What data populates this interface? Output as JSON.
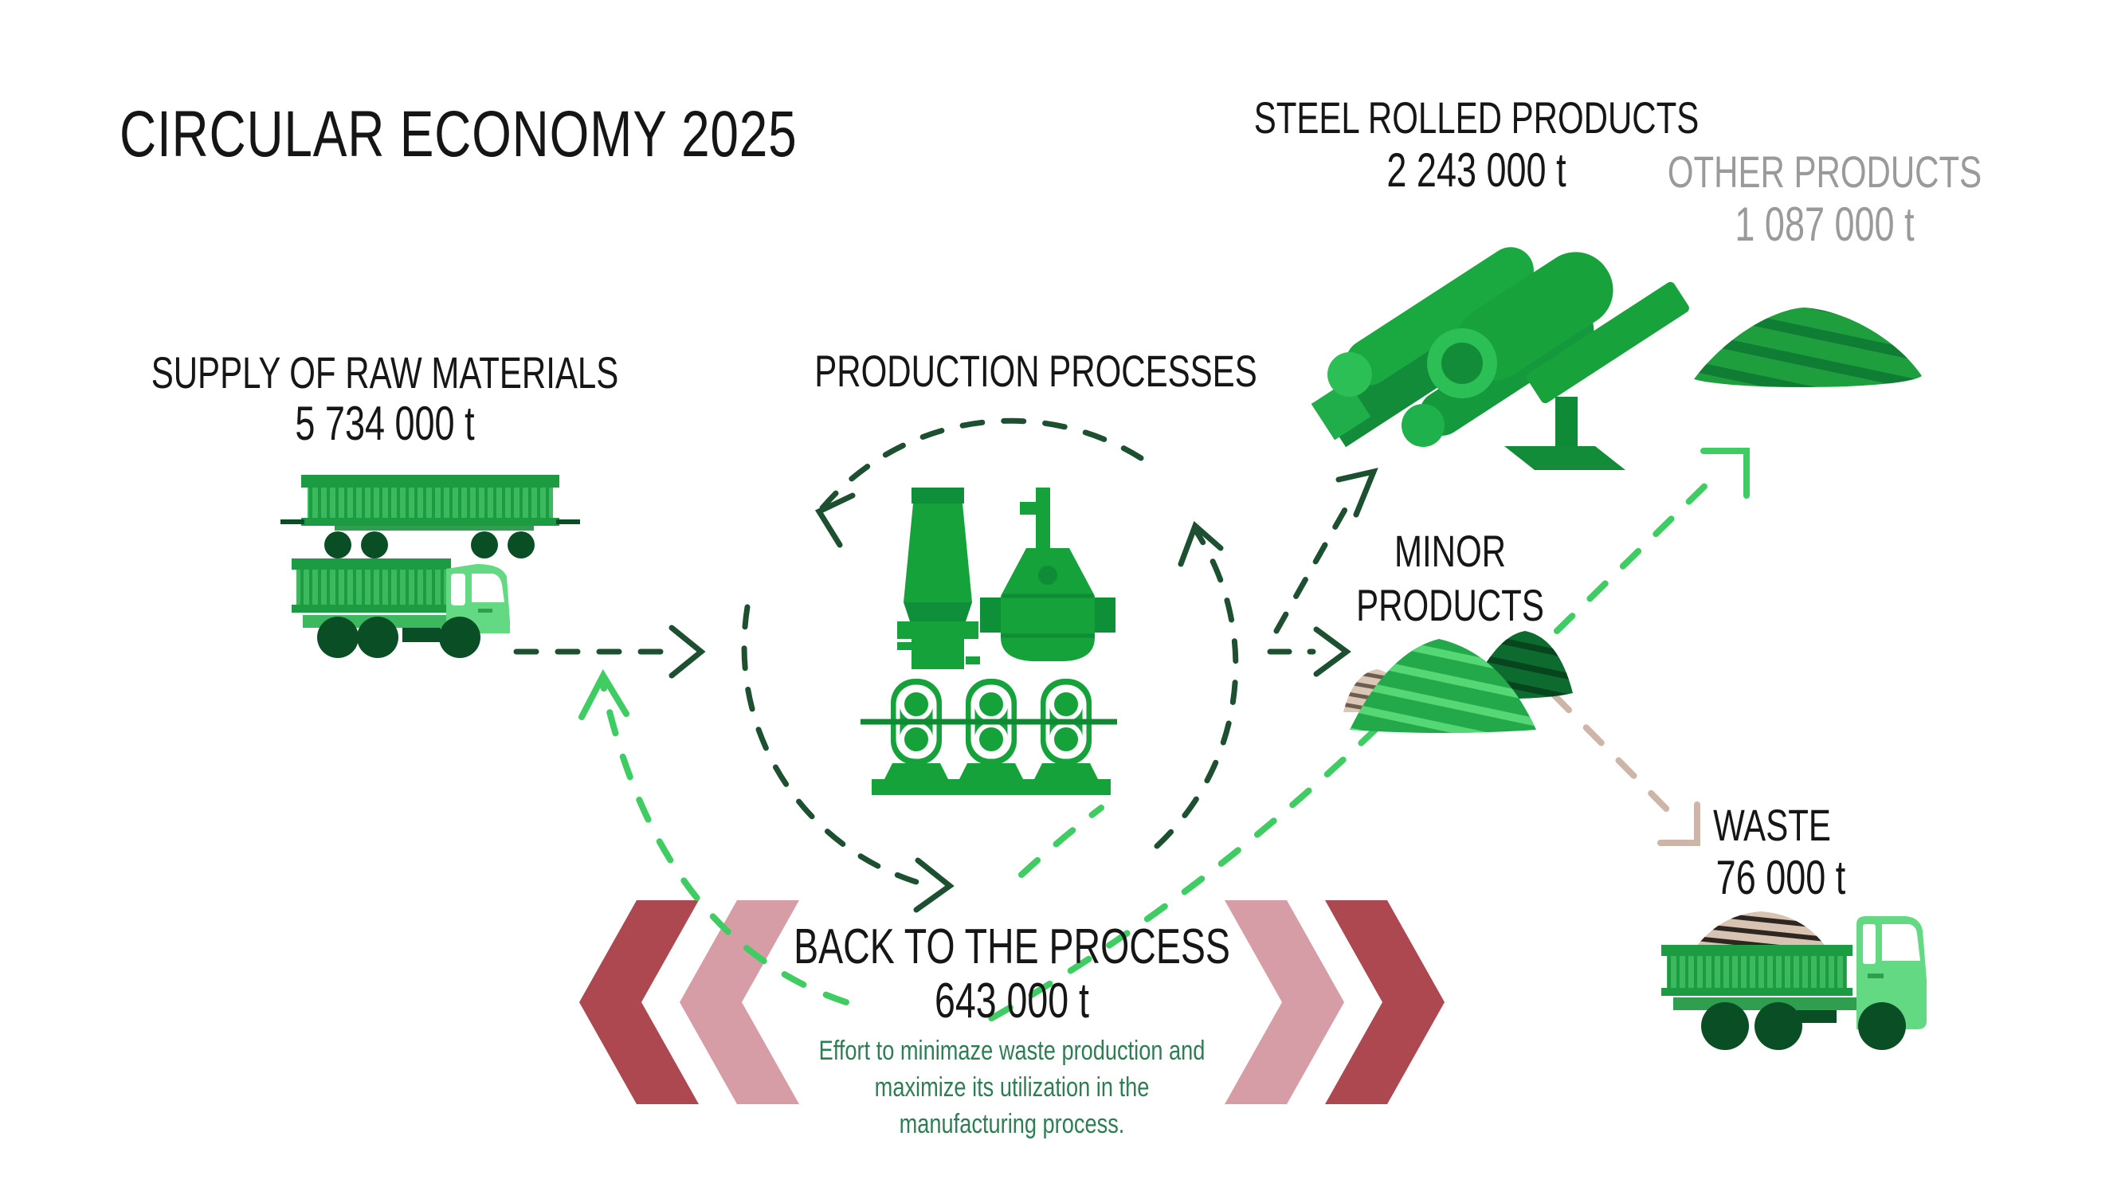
{
  "title": "CIRCULAR ECONOMY 2025",
  "diagram": {
    "supply": {
      "label": "SUPPLY OF RAW MATERIALS",
      "value": "5 734 000 t"
    },
    "production": {
      "label": "PRODUCTION PROCESSES"
    },
    "steel_rolled": {
      "label": "STEEL ROLLED PRODUCTS",
      "value": "2 243 000 t"
    },
    "other_products": {
      "label": "OTHER PRODUCTS",
      "value": "1 087 000 t"
    },
    "minor_products": {
      "label_line1": "MINOR",
      "label_line2": "PRODUCTS"
    },
    "waste": {
      "label": "WASTE",
      "value": "76 000 t"
    },
    "back_to_process": {
      "label": "BACK TO THE PROCESS",
      "value": "643 000 t",
      "note_lines": [
        "Effort to minimaze waste production and",
        "maximize its utilization in the",
        "manufacturing process."
      ]
    }
  },
  "icons": [
    "supply-trailer-icon",
    "supply-truck-icon",
    "furnace-icon",
    "ladle-icon",
    "rolling-mill-icon",
    "steel-products-icon",
    "other-products-pile-icon",
    "minor-products-piles-icon",
    "waste-truck-icon",
    "process-loop-arrows-icon",
    "recycle-swoosh-arrows-icon",
    "chevron-left-icons",
    "chevron-right-icons"
  ],
  "colors": {
    "icon_green": "#16a23b",
    "truck_green": "#3cb95e",
    "truck_stripe_green": "#1d9b43",
    "cab_green": "#63d984",
    "wheel_green": "#0a4e26",
    "dark_dash_green": "#1c5030",
    "light_dash_green": "#3fcd63",
    "note_green": "#2e7d55",
    "gray_text": "#9a9a9a",
    "beige": "#cdb5a7",
    "chevron_dark_red": "#ad4750",
    "chevron_pink": "#d69da7",
    "text_black": "#161616"
  }
}
